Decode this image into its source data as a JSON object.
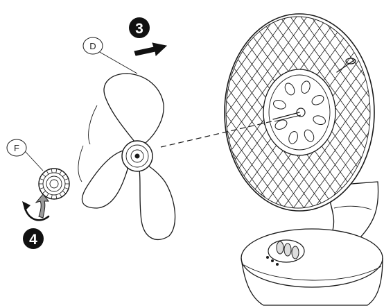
{
  "diagram": {
    "labels": {
      "blade": "D",
      "nut": "F"
    },
    "steps": {
      "attach_blade": "3",
      "tighten_nut": "4"
    },
    "colors": {
      "ink": "#1a1a1a",
      "step_badge": "#111111",
      "arrow_fill": "#9a9a9a"
    },
    "icons": [
      "fan-blade-icon",
      "spinner-nut-icon",
      "fan-guard-icon",
      "fan-base-icon",
      "rotate-arrow-icon",
      "direction-arrow-icon"
    ]
  }
}
